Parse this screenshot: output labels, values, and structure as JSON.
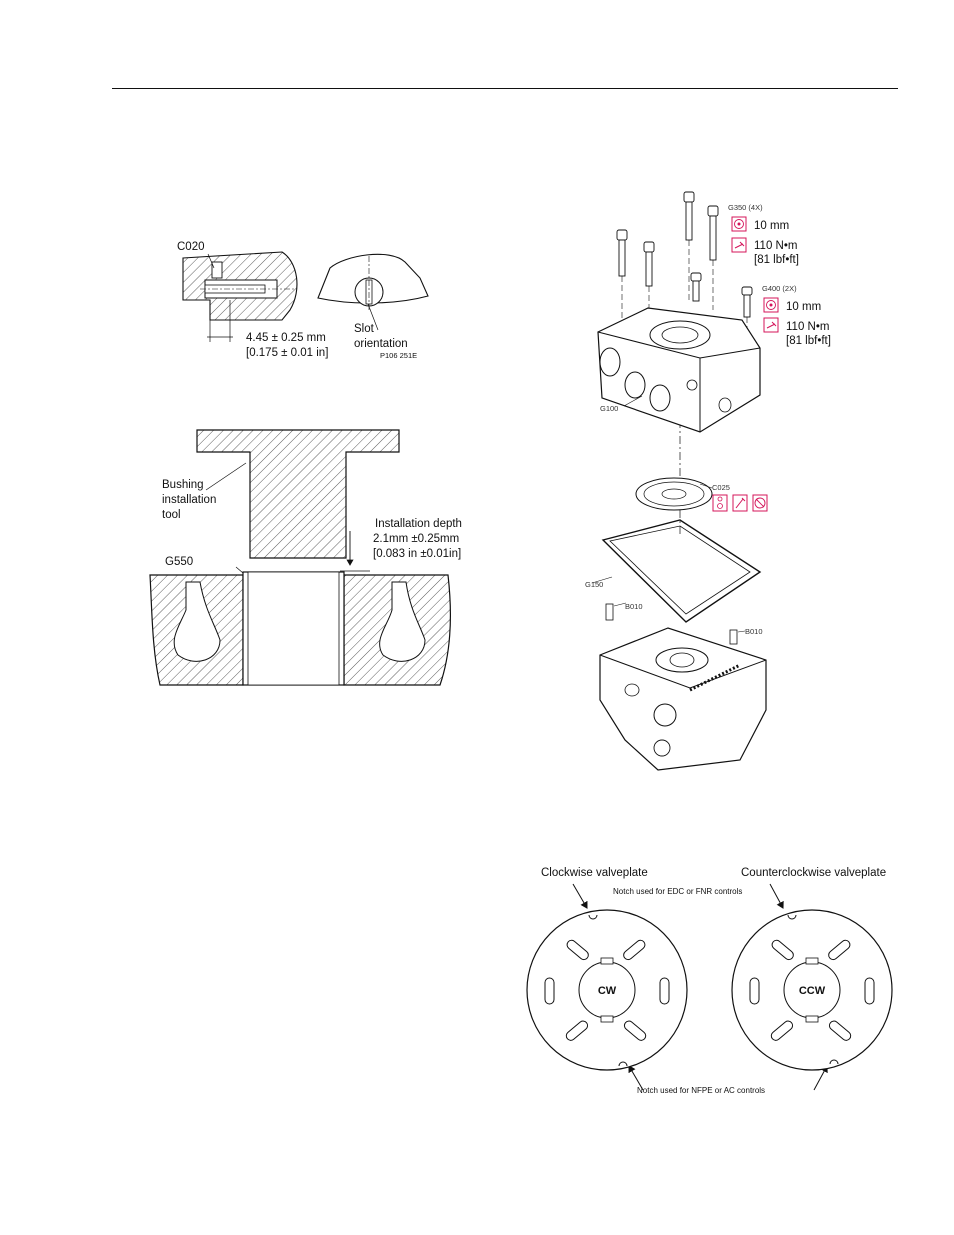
{
  "detail_top": {
    "part_c020": "C020",
    "dim_mm": "4.45 ± 0.25 mm",
    "dim_in": "[0.175 ± 0.01 in]",
    "slot_line1": "Slot",
    "slot_line2": "orientation",
    "ref_code": "P106 251E"
  },
  "bushing": {
    "tool_line1": "Bushing",
    "tool_line2": "installation",
    "tool_line3": "tool",
    "part_g550": "G550",
    "depth_line1": "Installation depth",
    "depth_line2": "2.1mm ±0.25mm",
    "depth_line3": "[0.083 in ±0.01in]"
  },
  "exploded": {
    "g350": "G350 (4X)",
    "g350_socket": "10 mm",
    "g350_torque": "110 N•m",
    "g350_torque_imp": "[81 lbf•ft]",
    "g400": "G400 (2X)",
    "g400_socket": "10 mm",
    "g400_torque": "110 N•m",
    "g400_torque_imp": "[81 lbf•ft]",
    "g100": "G100",
    "c025": "C025",
    "g150": "G150",
    "b010_left": "B010",
    "b010_right": "B010",
    "accent_color": "#d4145a"
  },
  "valveplates": {
    "cw_title": "Clockwise valveplate",
    "ccw_title": "Counterclockwise valveplate",
    "notch_top": "Notch used for EDC or FNR controls",
    "notch_bottom": "Notch used for NFPE or AC controls",
    "cw_label": "CW",
    "ccw_label": "CCW"
  }
}
